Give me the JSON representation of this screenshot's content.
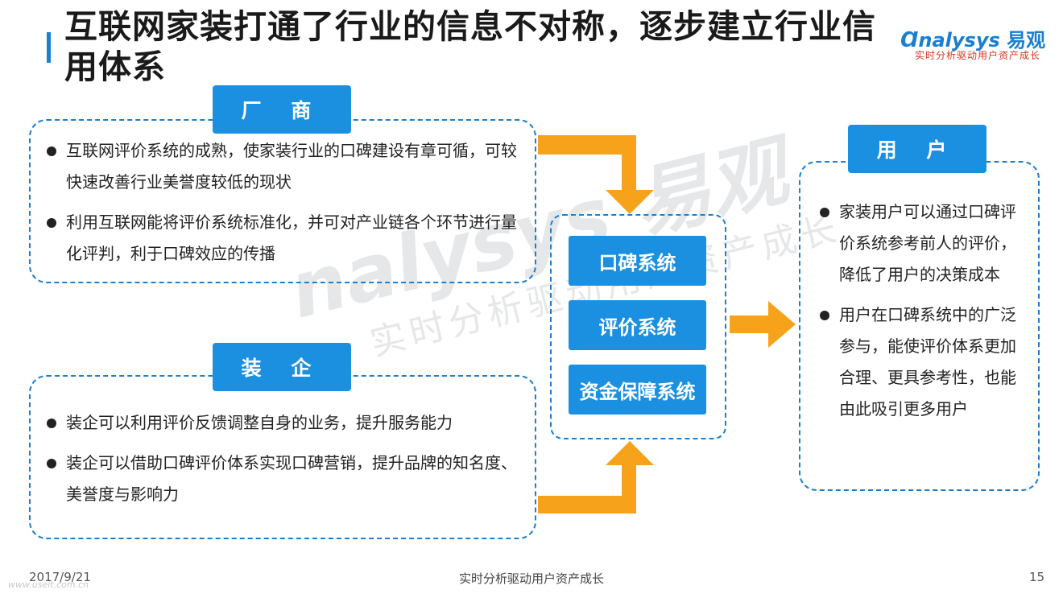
{
  "title": "互联网家装打通了行业的信息不对称，逐步建立行业信用体系",
  "logo": {
    "brand_en": "nalysys",
    "brand_cn": "易观",
    "tagline": "实时分析驱动用户资产成长"
  },
  "watermark": {
    "main": "nalysys 易观",
    "sub": "实时分析驱动用户资产成长"
  },
  "manufacturer": {
    "label": "厂 商",
    "bullets": [
      "互联网评价系统的成熟，使家装行业的口碑建设有章可循，可较快速改善行业美誉度较低的现状",
      "利用互联网能将评价系统标准化，并可对产业链各个环节进行量化评判，利于口碑效应的传播"
    ]
  },
  "decorator": {
    "label": "装 企",
    "bullets": [
      "装企可以利用评价反馈调整自身的业务，提升服务能力",
      "装企可以借助口碑评价体系实现口碑营销，提升品牌的知名度、美誉度与影响力"
    ]
  },
  "systems": [
    "口碑系统",
    "评价系统",
    "资金保障系统"
  ],
  "user": {
    "label": "用 户",
    "bullets": [
      "家装用户可以通过口碑评价系统参考前人的评价，降低了用户的决策成本",
      "用户在口碑系统中的广泛参与，能使评价体系更加合理、更具参考性，也能由此吸引更多用户"
    ]
  },
  "colors": {
    "accent": "#1b8fe0",
    "dashed": "#1a7fd1",
    "arrow": "#f7a21b"
  },
  "footer": {
    "date": "2017/9/21",
    "url": "www.useit.com.cn",
    "center": "实时分析驱动用户资产成长",
    "page": "15"
  }
}
